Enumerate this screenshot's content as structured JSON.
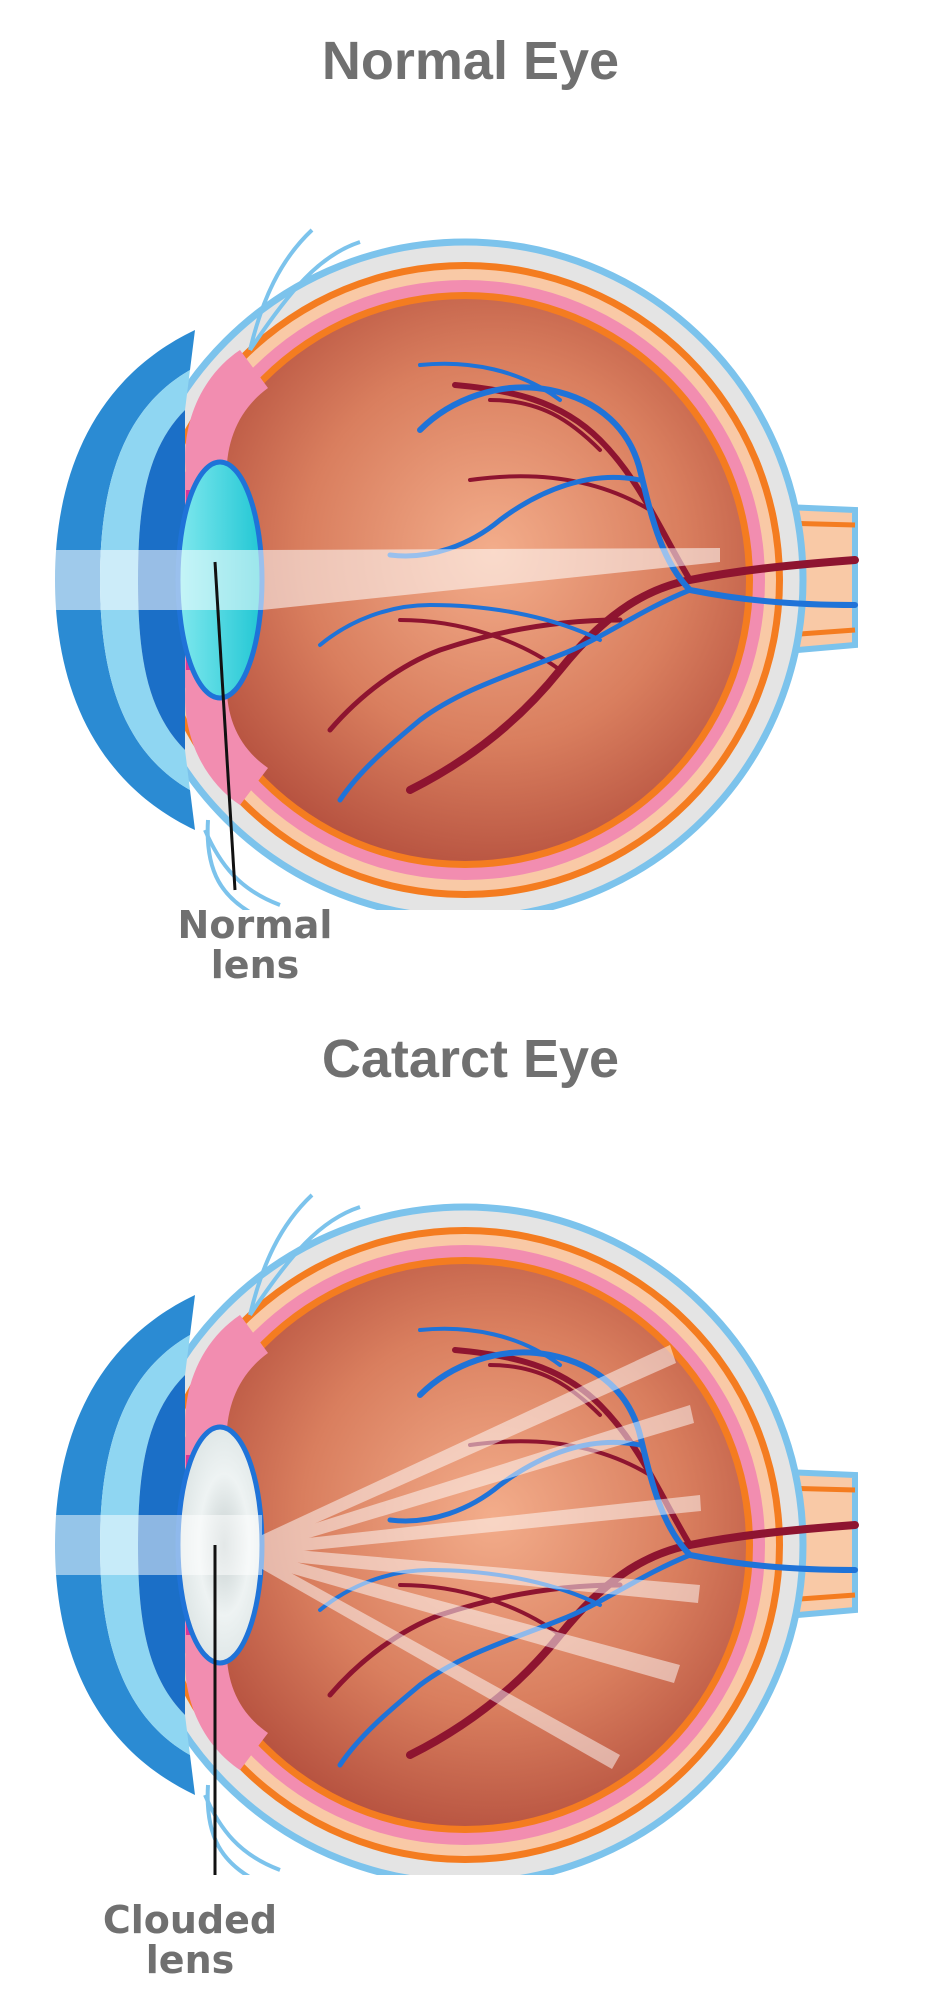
{
  "normal": {
    "title": "Normal Eye",
    "label_line1": "Normal",
    "label_line2": "lens"
  },
  "cataract": {
    "title": "Catarct Eye",
    "label_line1": "Clouded",
    "label_line2": "lens"
  },
  "colors": {
    "sclera_outer": "#7cc3ec",
    "sclera_fill": "#e4e4e4",
    "orange_layer": "#f47c20",
    "pink_layer": "#f28db0",
    "peach_layer": "#f9c9a6",
    "vitreous_inner": "#f0a07e",
    "vitreous_outer": "#b8513e",
    "artery": "#8e1430",
    "vein": "#1f73d8",
    "normal_lens": "#3ed4df",
    "clouded_lens": "#eef3f3",
    "cornea": "#2b8bd3"
  }
}
